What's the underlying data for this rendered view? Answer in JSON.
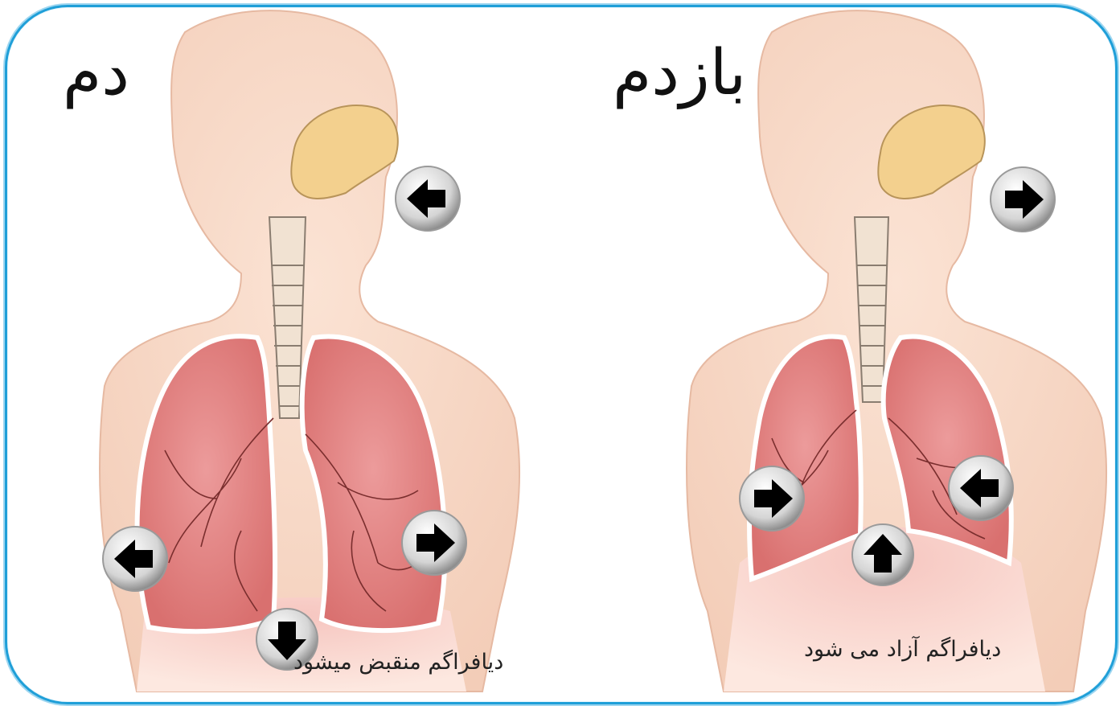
{
  "panels": {
    "inhale": {
      "title": "دم",
      "caption": "دیافراگم منقبض میشود"
    },
    "exhale": {
      "title": "بازدم",
      "caption": "دیافراگم آزاد می شود"
    }
  },
  "colors": {
    "frame_border": "#1f9fd8",
    "skin": "#f7d8c6",
    "lung": "#e48a8a",
    "nasal_cavity": "#f3d08e",
    "arrow_badge": "#bdbdbd",
    "arrow": "#000000"
  },
  "icons": {
    "arrow_marker": "arrow-icon"
  }
}
